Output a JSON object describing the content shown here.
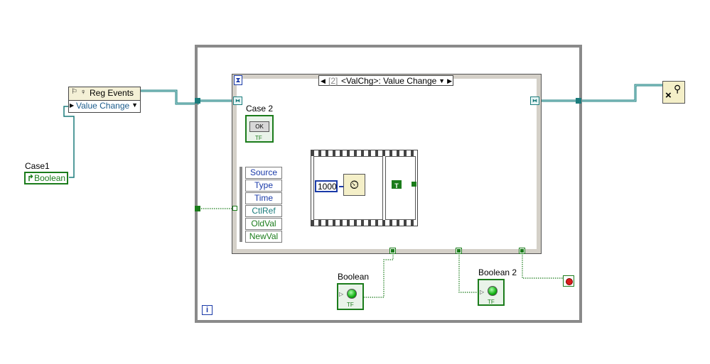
{
  "reg_events": {
    "title": "Reg Events",
    "field": "Value Change"
  },
  "case1": {
    "label": "Case1",
    "control": "Boolean"
  },
  "event_structure": {
    "selector": "[2] <ValChg>: Value Change",
    "selector_index": "[2]",
    "selector_name": "<ValChg>: Value Change"
  },
  "case2": {
    "label": "Case 2",
    "button_text": "OK"
  },
  "event_data": [
    "Source",
    "Type",
    "Time",
    "CtlRef",
    "OldVal",
    "NewVal"
  ],
  "wait": {
    "constant": "1000"
  },
  "bool_constant": "T",
  "boolean1": {
    "label": "Boolean",
    "tf": "TF"
  },
  "boolean2": {
    "label": "Boolean 2",
    "tf": "TF"
  },
  "while_loop": {
    "iteration": "i"
  },
  "colors": {
    "refnum_wire": "#1b7c7c",
    "bool_wire": "#1b7c1b",
    "frame": "#8a8a8a"
  }
}
